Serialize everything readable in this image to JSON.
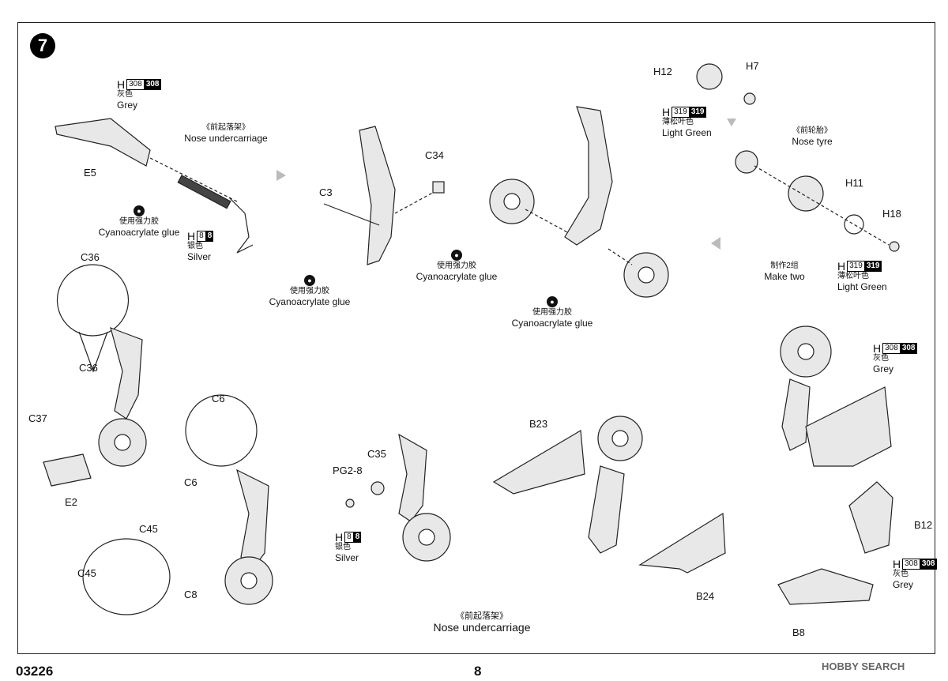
{
  "step": "7",
  "footer": {
    "code": "03226",
    "page": "8",
    "watermark": "HOBBY SEARCH"
  },
  "labels": {
    "nose_cn": "《前起落架》",
    "nose_en": "Nose undercarriage",
    "tyre_cn": "《前轮胎》",
    "tyre_en": "Nose tyre",
    "make_two_cn": "制作2组",
    "make_two_en": "Make two",
    "glue_cn": "使用强力胶",
    "glue_en": "Cyanoacrylate glue"
  },
  "paints": {
    "grey": {
      "h": "H",
      "c1": "308",
      "c2": "308",
      "cn": "灰色",
      "en": "Grey"
    },
    "silver": {
      "h": "H",
      "c1": "8",
      "c2": "8",
      "cn": "银色",
      "en": "Silver"
    },
    "green": {
      "h": "H",
      "c1": "319",
      "c2": "319",
      "cn": "薄松叶色",
      "en": "Light Green"
    }
  },
  "parts": {
    "E5": "E5",
    "C3": "C3",
    "C34": "C34",
    "H12": "H12",
    "H7": "H7",
    "H11": "H11",
    "H18": "H18",
    "C36": "C36",
    "C37": "C37",
    "E2": "E2",
    "C6": "C6",
    "C45": "C45",
    "C8": "C8",
    "C35": "C35",
    "PG2_8": "PG2-8",
    "B23": "B23",
    "B24": "B24",
    "B12": "B12",
    "B8": "B8"
  }
}
